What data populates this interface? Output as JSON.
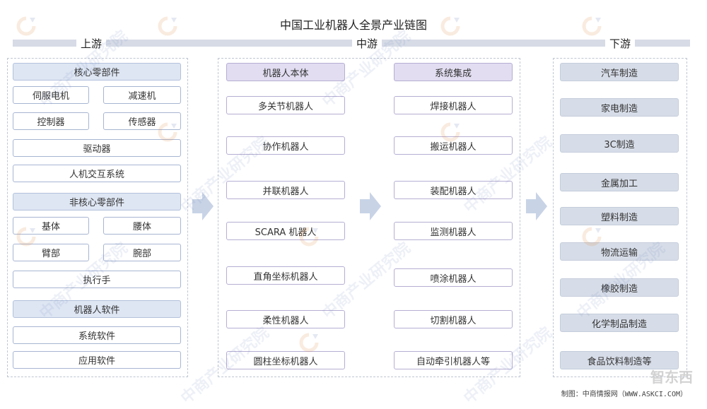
{
  "title": "中国工业机器人全景产业链图",
  "sections": {
    "upstream": "上游",
    "midstream": "中游",
    "downstream": "下游"
  },
  "upstream": {
    "core_header": "核心零部件",
    "core_items": [
      "伺服电机",
      "减速机",
      "控制器",
      "传感器",
      "驱动器",
      "人机交互系统"
    ],
    "noncore_header": "非核心零部件",
    "noncore_items": [
      "基体",
      "腰体",
      "臂部",
      "腕部",
      "执行手"
    ],
    "software_header": "机器人软件",
    "software_items": [
      "系统软件",
      "应用软件"
    ]
  },
  "midstream": {
    "body_header": "机器人本体",
    "body_items": [
      "多关节机器人",
      "协作机器人",
      "并联机器人",
      "SCARA 机器人",
      "直角坐标机器人",
      "柔性机器人",
      "圆柱坐标机器人"
    ],
    "integration_header": "系统集成",
    "integration_items": [
      "焊接机器人",
      "搬运机器人",
      "装配机器人",
      "监测机器人",
      "喷涂机器人",
      "切割机器人",
      "自动牵引机器人等"
    ]
  },
  "downstream": {
    "items": [
      "汽车制造",
      "家电制造",
      "3C制造",
      "金属加工",
      "塑料制造",
      "物流运输",
      "橡胶制造",
      "化学制品制造",
      "食品饮料制造等"
    ]
  },
  "watermark": "中商产业研究院",
  "source": "制图：中商情报网（WWW.ASKCI.COM）",
  "corner_mark": "智东西",
  "colors": {
    "accent": "#a7b5d2",
    "header_fill": "#dee6f3",
    "mid_header_fill": "#e2ddf1",
    "downstream_fill": "#d7dde8",
    "arrow": "#c8d3e6"
  }
}
